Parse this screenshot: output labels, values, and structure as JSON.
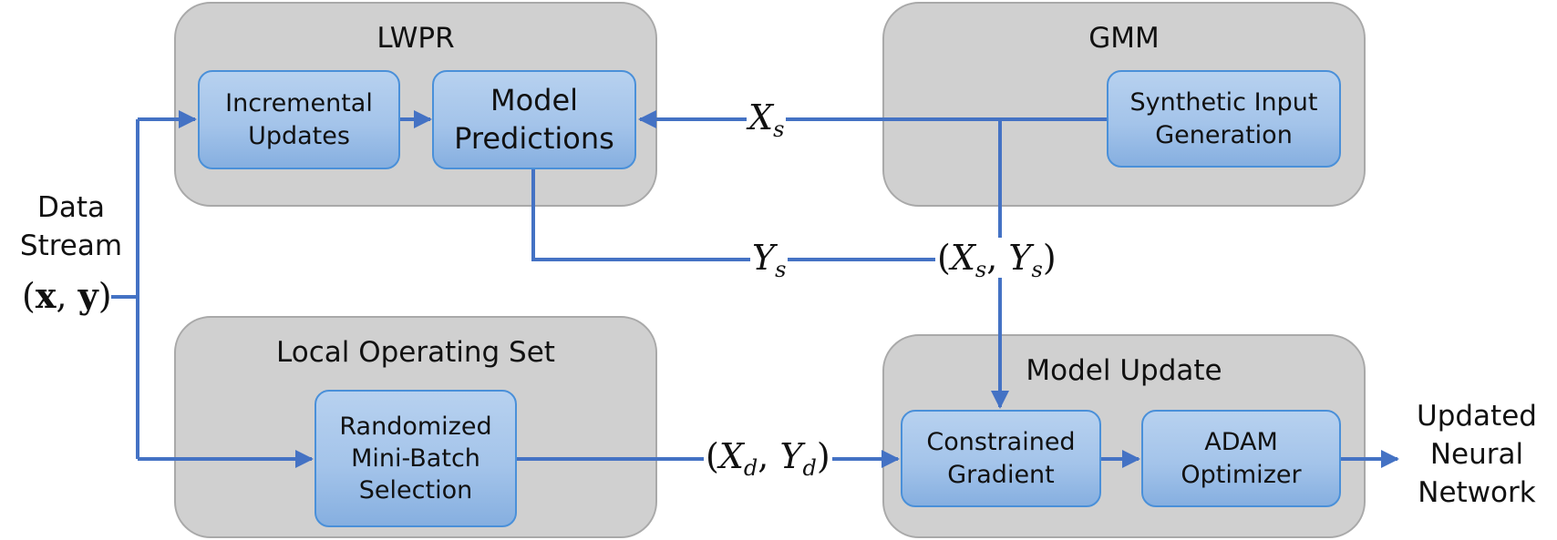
{
  "groups": {
    "lwpr": "LWPR",
    "gmm": "GMM",
    "local_operating_set": "Local Operating Set",
    "model_update": "Model Update"
  },
  "nodes": {
    "incremental_updates": [
      "Incremental",
      "Updates"
    ],
    "model_predictions": [
      "Model",
      "Predictions"
    ],
    "synthetic_input_generation": [
      "Synthetic Input",
      "Generation"
    ],
    "randomized_selection": [
      "Randomized",
      "Mini-Batch",
      "Selection"
    ],
    "constrained_gradient": [
      "Constrained",
      "Gradient"
    ],
    "adam_optimizer": [
      "ADAM",
      "Optimizer"
    ]
  },
  "input_label": {
    "lines": [
      "Data",
      "Stream"
    ],
    "math": {
      "open": "(",
      "x": "x",
      "comma": ", ",
      "y": "y",
      "close": ")"
    }
  },
  "output_label": [
    "Updated",
    "Neural",
    "Network"
  ],
  "edge_labels": {
    "xs": {
      "sym": "X",
      "sub": "s"
    },
    "ys": {
      "sym": "Y",
      "sub": "s"
    },
    "xs_ys": {
      "open": "(",
      "x": "X",
      "xsub": "s",
      "comma": ", ",
      "y": "Y",
      "ysub": "s",
      "close": ")"
    },
    "xd_yd": {
      "open": "(",
      "x": "X",
      "xsub": "d",
      "comma": ", ",
      "y": "Y",
      "ysub": "d",
      "close": ")"
    }
  },
  "colors": {
    "arrow": "#4472c4",
    "group_fill": "#d0d0d0",
    "group_border": "#a9a9a9",
    "node_border": "#4a90d9",
    "node_fill": "#a4c4ea"
  }
}
